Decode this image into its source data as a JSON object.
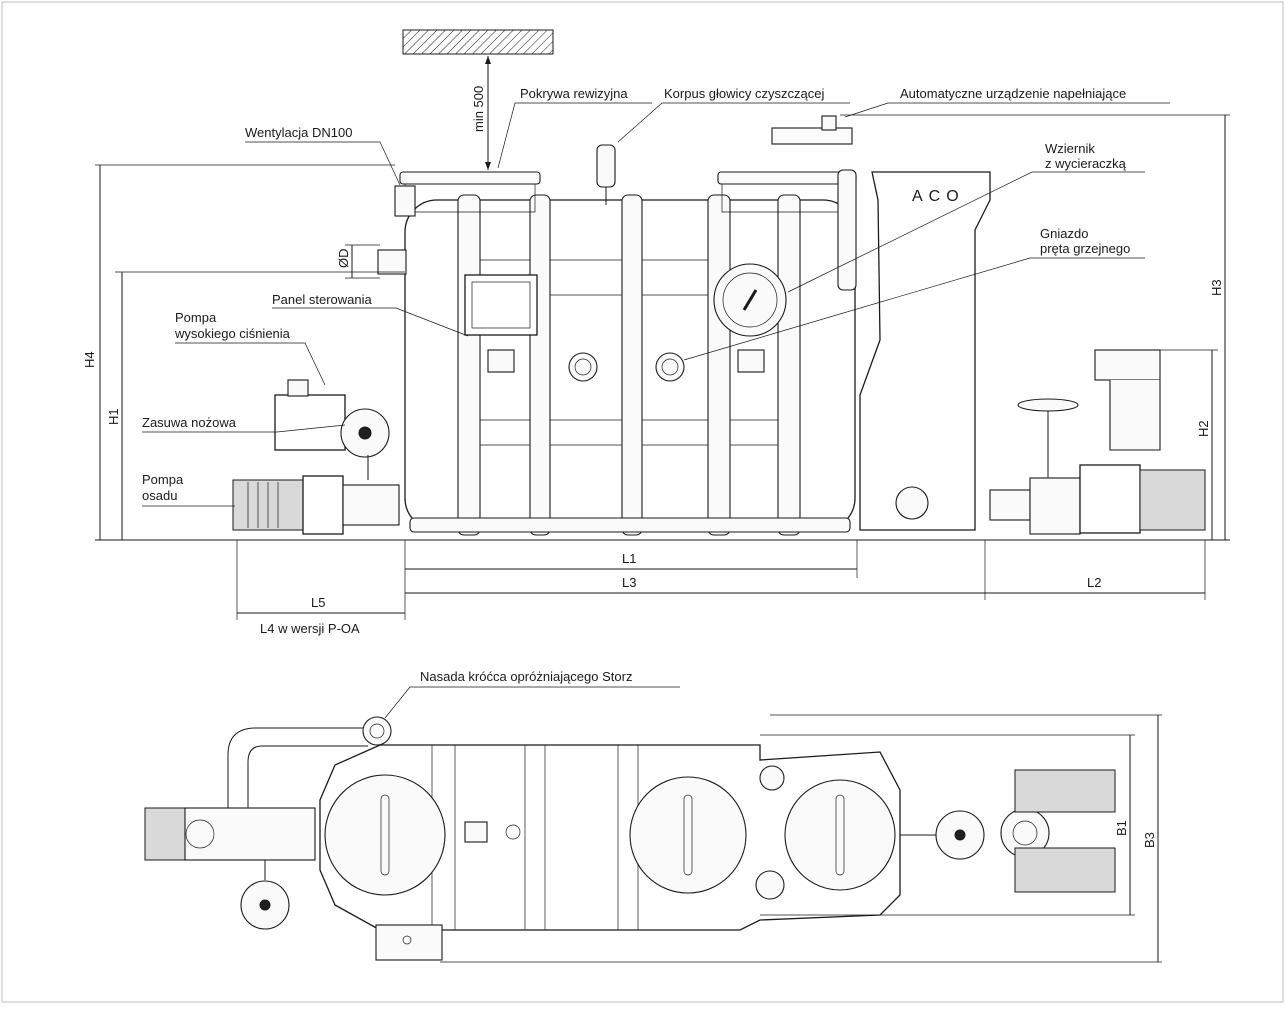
{
  "labels": {
    "min500": "min 500",
    "pokrywa": "Pokrywa rewizyjna",
    "korpus": "Korpus głowicy czyszczącej",
    "automat": "Automatyczne urządzenie napełniające",
    "wentylacja": "Wentylacja DN100",
    "wziernik1": "Wziernik",
    "wziernik2": "z wycieraczką",
    "gniazdo1": "Gniazdo",
    "gniazdo2": "pręta grzejnego",
    "panel": "Panel sterowania",
    "pompaWys1": "Pompa",
    "pompaWys2": "wysokiego ciśnienia",
    "zasuwa": "Zasuwa nożowa",
    "pompaOs1": "Pompa",
    "pompaOs2": "osadu",
    "nasada": "Nasada króćca opróżniającego Storz",
    "logo": "ACO"
  },
  "dims": {
    "OD": "ØD",
    "H1": "H1",
    "H2": "H2",
    "H3": "H3",
    "H4": "H4",
    "L1": "L1",
    "L2": "L2",
    "L3": "L3",
    "L5": "L5",
    "L4": "L4 w wersji P-OA",
    "B1": "B1",
    "B3": "B3"
  }
}
